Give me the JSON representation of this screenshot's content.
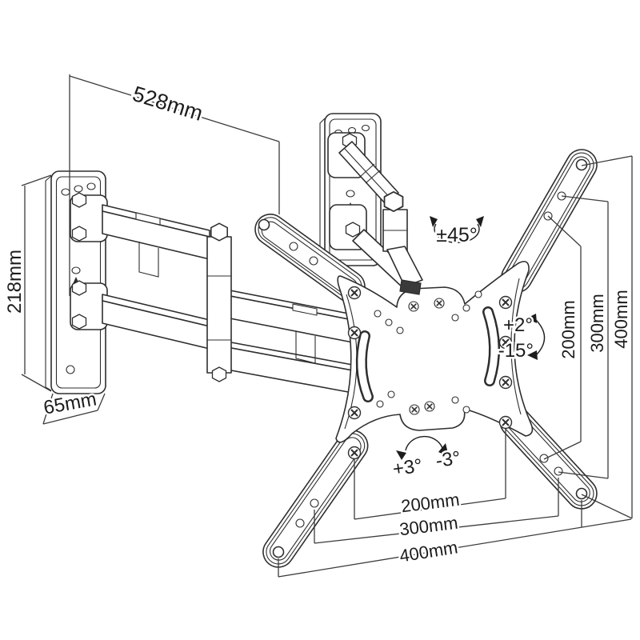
{
  "drawing": {
    "type": "technical-line-drawing",
    "subject": "Articulating TV wall mount bracket",
    "background": "#ffffff",
    "line_color": "#2e2e2e",
    "dim_color": "#3c3c3c"
  },
  "dimensions": {
    "arm_extension": {
      "label": "528mm"
    },
    "wall_plate_height": {
      "label": "218mm"
    },
    "wall_plate_width": {
      "label": "65mm"
    },
    "vesa_vertical": [
      {
        "label": "200mm"
      },
      {
        "label": "300mm"
      },
      {
        "label": "400mm"
      }
    ],
    "vesa_horizontal": [
      {
        "label": "200mm"
      },
      {
        "label": "300mm"
      },
      {
        "label": "400mm"
      }
    ]
  },
  "angles": {
    "swivel": {
      "label": "±45°"
    },
    "tilt_up": {
      "label": "+2°"
    },
    "tilt_down": {
      "label": "-15°"
    },
    "level_left": {
      "label": "+3°"
    },
    "level_right": {
      "label": "-3°"
    }
  },
  "icons": [
    "up-arrow-icon",
    "swivel-rotation-arrows",
    "tilt-rotation-arrow",
    "level-rotation-arrows",
    "phillips-screw-icon",
    "hex-bolt-icon"
  ]
}
